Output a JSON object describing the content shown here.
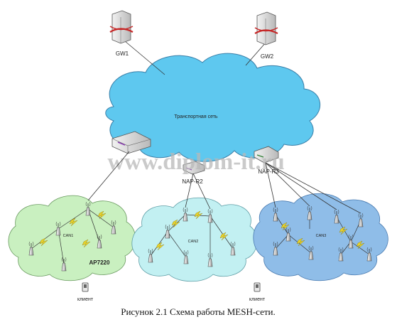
{
  "diagram": {
    "gateways": [
      {
        "label": "GW1"
      },
      {
        "label": "GW2"
      }
    ],
    "transport_label": "Транспортная сеть",
    "nap_labels": {
      "nap2": "NAP-R2",
      "nap3": "NAP-R3"
    },
    "cloud_labels": {
      "can1": "CAN1",
      "can2": "CAN2",
      "can3": "CAN3"
    },
    "ap_label": "AP7220",
    "client_label": "клиент",
    "watermark": "www.diplom-it.ru",
    "caption": "Рисунок 2.1 Схема работы MESH-сети."
  },
  "colors": {
    "transport_cloud": "#5ec8ef",
    "can1_cloud": "#c9f0c0",
    "can2_cloud": "#c2f0f2",
    "can3_cloud": "#8fbde8",
    "link": "#333333",
    "lightning": "#e8d22a"
  }
}
